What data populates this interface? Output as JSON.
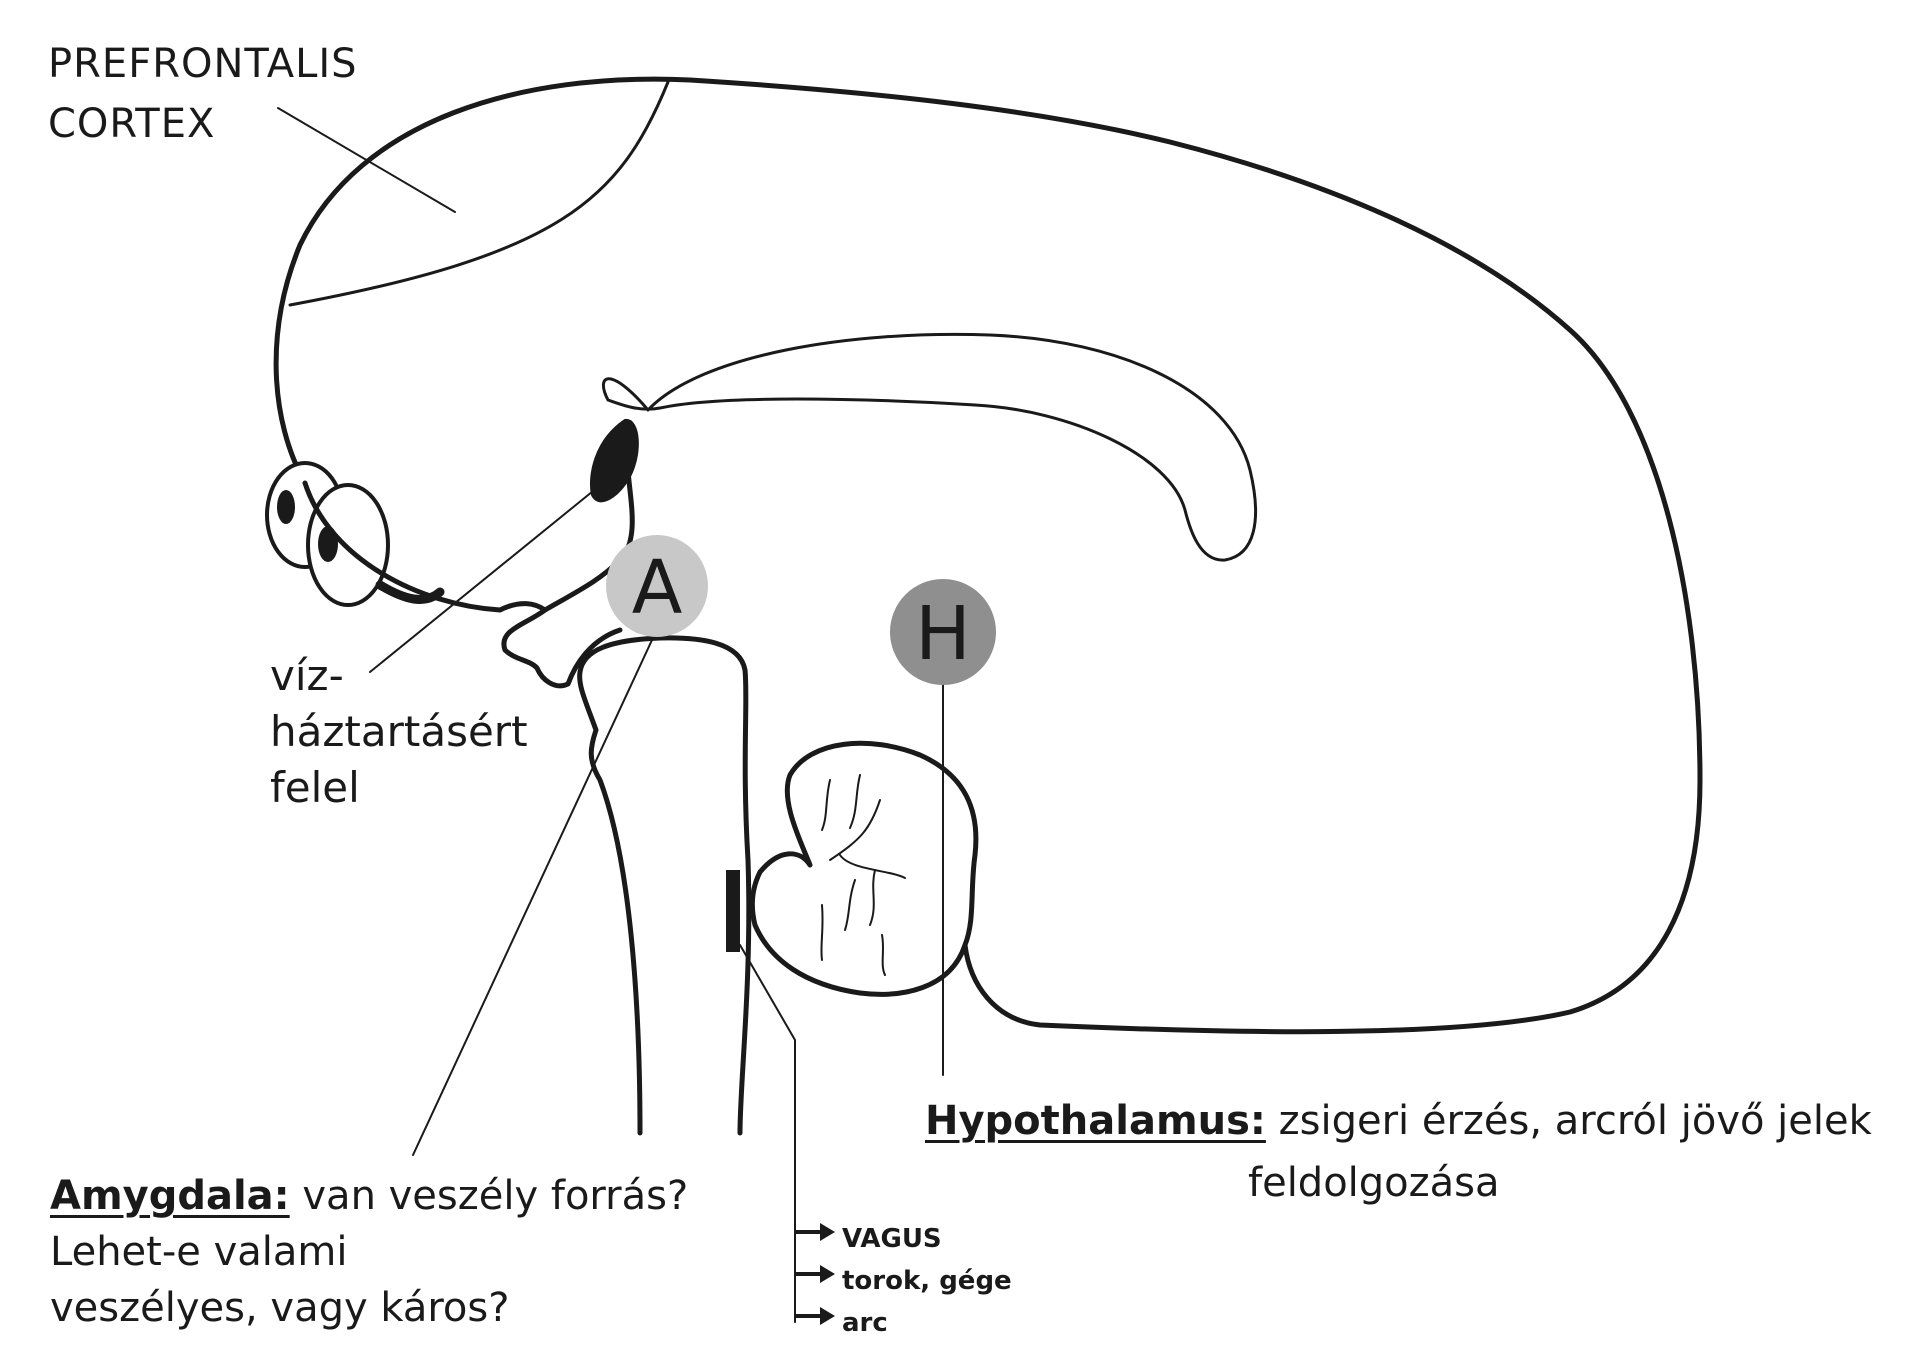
{
  "labels": {
    "prefrontal": [
      "PREFRONTALIS",
      "CORTEX"
    ],
    "water": [
      "víz-",
      "háztartásért",
      "felel"
    ],
    "amygdala": {
      "term": "Amygdala:",
      "lines": [
        " van veszély forrás?",
        "Lehet-e valami",
        "veszélyes, vagy káros?"
      ]
    },
    "hypothalamus": {
      "term": "Hypothalamus:",
      "lines": [
        " zsigeri érzés, arcról jövő jelek",
        "feldolgozása"
      ]
    },
    "outputs": [
      "VAGUS",
      "torok, gége",
      "arc"
    ]
  },
  "markers": {
    "amygdala_letter": "A",
    "hypothalamus_letter": "H"
  },
  "colors": {
    "stroke": "#1a1a1a",
    "amygdala_circle": "#c8c8c8",
    "hypothalamus_circle": "#8f8f8f",
    "background": "#ffffff"
  }
}
